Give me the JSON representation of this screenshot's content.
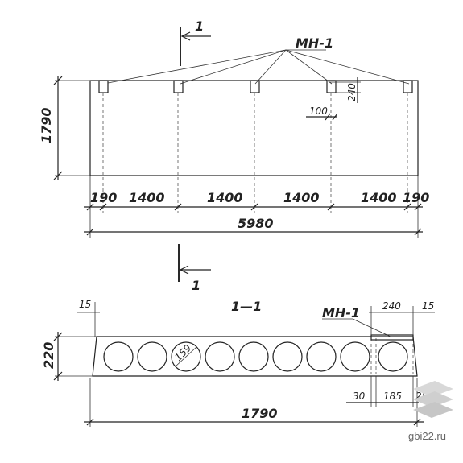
{
  "plan": {
    "section_marker_top": "1",
    "section_marker_bottom": "1",
    "loop_label": "МН-1",
    "height_dim": "1790",
    "loop_height_dim": "240",
    "loop_width_dim": "100",
    "edge_left": "190",
    "spacing_1": "1400",
    "spacing_2": "1400",
    "spacing_3": "1400",
    "spacing_4": "1400",
    "edge_right": "190",
    "total_length": "5980"
  },
  "section": {
    "title": "1—1",
    "loop_label": "МН-1",
    "left_offset": "15",
    "right_offset": "15",
    "loop_zone": "240",
    "thickness": "220",
    "hole_diameter": "159",
    "gap_30": "30",
    "end_185": "185",
    "corner_25": "25",
    "width_total": "1790"
  },
  "watermark": "gbi22.ru"
}
